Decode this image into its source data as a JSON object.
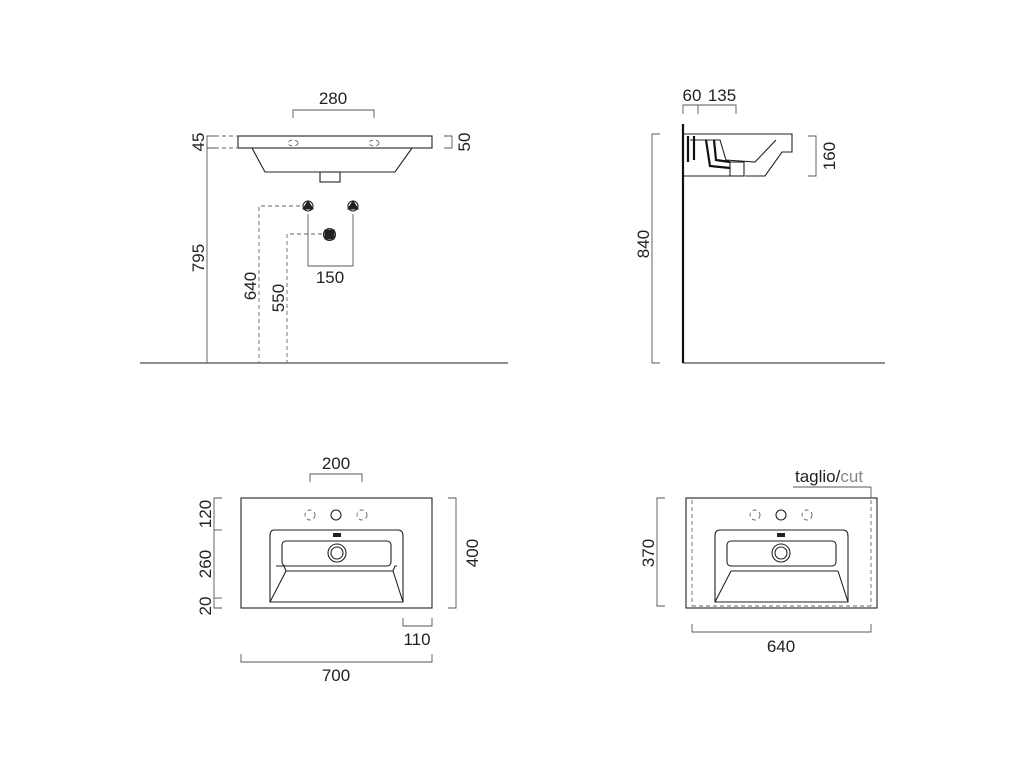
{
  "side_view": {
    "dim_holes_spacing": "280",
    "dim_rim_height": "45",
    "dim_rim_thickness": "50",
    "dim_total_height": "795",
    "dim_supply_height": "640",
    "dim_drain_height": "550",
    "dim_supply_spacing": "150"
  },
  "profile_view": {
    "dim_wall_offset": "60",
    "dim_hole_offset": "135",
    "dim_basin_depth": "160",
    "dim_total_height": "840"
  },
  "top_view": {
    "dim_holes_spacing": "200",
    "dim_back_rim": "120",
    "dim_basin_depth": "260",
    "dim_front_rim": "20",
    "dim_depth": "400",
    "dim_side_offset": "110",
    "dim_width": "700"
  },
  "cut_view": {
    "label_cut_it": "taglio/",
    "label_cut_en": "cut",
    "dim_depth": "370",
    "dim_width": "640"
  },
  "colors": {
    "line": "#222222",
    "dim_text": "#222222",
    "cut_label": "#888888"
  }
}
